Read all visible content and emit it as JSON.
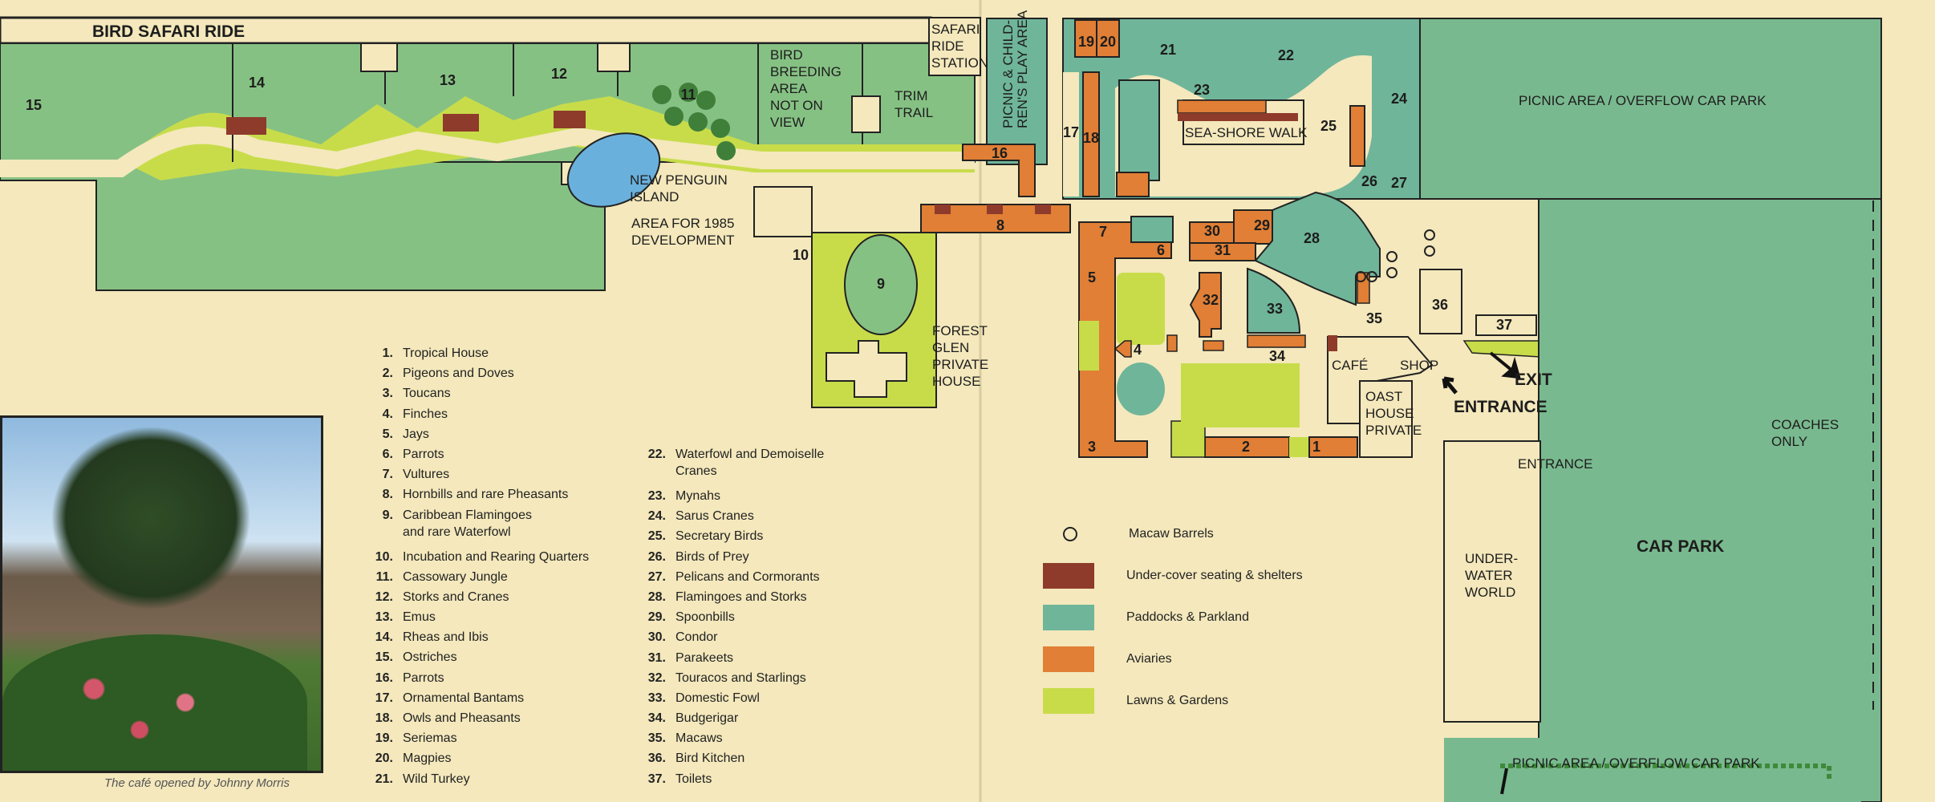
{
  "map": {
    "road_label": "BIRD SAFARI RIDE",
    "area_numbers": [
      "1",
      "2",
      "3",
      "4",
      "5",
      "6",
      "7",
      "8",
      "9",
      "10",
      "11",
      "12",
      "13",
      "14",
      "15",
      "16",
      "17",
      "18",
      "19",
      "20",
      "21",
      "22",
      "23",
      "24",
      "25",
      "26",
      "27",
      "28",
      "29",
      "30",
      "31",
      "32",
      "33",
      "34",
      "35",
      "36",
      "37"
    ],
    "labels": {
      "bird_breeding": [
        "BIRD",
        "BREEDING",
        "AREA",
        "NOT ON",
        "VIEW"
      ],
      "trim_trail": [
        "TRIM",
        "TRAIL"
      ],
      "safari_station": [
        "SAFARI",
        "RIDE",
        "STATION"
      ],
      "picnic_play": [
        "PICNIC & CHILD-",
        "REN'S PLAY AREA"
      ],
      "penguin": [
        "NEW PENGUIN",
        "ISLAND"
      ],
      "development": [
        "AREA FOR 1985",
        "DEVELOPMENT"
      ],
      "forest_glen": [
        "FOREST",
        "GLEN",
        "PRIVATE",
        "HOUSE"
      ],
      "sea_shore": "SEA-SHORE WALK",
      "picnic_overflow_top": "PICNIC AREA / OVERFLOW CAR PARK",
      "cafe": "CAFÉ",
      "shop": "SHOP",
      "exit": "EXIT",
      "entrance": "ENTRANCE",
      "oast_house": [
        "OAST",
        "HOUSE",
        "PRIVATE"
      ],
      "entrance_road": "ENTRANCE",
      "underwater": [
        "UNDER-",
        "WATER",
        "WORLD"
      ],
      "car_park": "CAR PARK",
      "coaches": [
        "COACHES",
        "ONLY"
      ],
      "picnic_overflow_bottom": "PICNIC AREA / OVERFLOW CAR PARK"
    }
  },
  "photo_caption": "The café opened by Johnny Morris",
  "index_col1": [
    {
      "n": "1.",
      "t": "Tropical House"
    },
    {
      "n": "2.",
      "t": "Pigeons and Doves"
    },
    {
      "n": "3.",
      "t": "Toucans"
    },
    {
      "n": "4.",
      "t": "Finches"
    },
    {
      "n": "5.",
      "t": "Jays"
    },
    {
      "n": "6.",
      "t": "Parrots"
    },
    {
      "n": "7.",
      "t": "Vultures"
    },
    {
      "n": "8.",
      "t": "Hornbills and rare Pheasants"
    },
    {
      "n": "9.",
      "t": "Caribbean Flamingoes",
      "t2": "and rare Waterfowl"
    },
    {
      "n": "10.",
      "t": "Incubation and Rearing Quarters"
    },
    {
      "n": "11.",
      "t": "Cassowary Jungle"
    },
    {
      "n": "12.",
      "t": "Storks and Cranes"
    },
    {
      "n": "13.",
      "t": "Emus"
    },
    {
      "n": "14.",
      "t": "Rheas and Ibis"
    },
    {
      "n": "15.",
      "t": "Ostriches"
    },
    {
      "n": "16.",
      "t": "Parrots"
    },
    {
      "n": "17.",
      "t": "Ornamental Bantams"
    },
    {
      "n": "18.",
      "t": "Owls and Pheasants"
    },
    {
      "n": "19.",
      "t": "Seriemas"
    },
    {
      "n": "20.",
      "t": "Magpies"
    },
    {
      "n": "21.",
      "t": "Wild Turkey"
    }
  ],
  "index_col2": [
    {
      "n": "22.",
      "t": "Waterfowl and Demoiselle",
      "t2": "Cranes"
    },
    {
      "n": "23.",
      "t": "Mynahs"
    },
    {
      "n": "24.",
      "t": "Sarus Cranes"
    },
    {
      "n": "25.",
      "t": "Secretary Birds"
    },
    {
      "n": "26.",
      "t": "Birds of Prey"
    },
    {
      "n": "27.",
      "t": "Pelicans and Cormorants"
    },
    {
      "n": "28.",
      "t": "Flamingoes and Storks"
    },
    {
      "n": "29.",
      "t": "Spoonbills"
    },
    {
      "n": "30.",
      "t": "Condor"
    },
    {
      "n": "31.",
      "t": "Parakeets"
    },
    {
      "n": "32.",
      "t": "Touracos and Starlings"
    },
    {
      "n": "33.",
      "t": "Domestic Fowl"
    },
    {
      "n": "34.",
      "t": "Budgerigar"
    },
    {
      "n": "35.",
      "t": "Macaws"
    },
    {
      "n": "36.",
      "t": "Bird Kitchen"
    },
    {
      "n": "37.",
      "t": "Toilets"
    }
  ],
  "key": [
    {
      "label": "Macaw Barrels",
      "color": "none"
    },
    {
      "label": "Under-cover seating & shelters",
      "color": "#8e3b2b"
    },
    {
      "label": "Paddocks & Parkland",
      "color": "#6fb59a"
    },
    {
      "label": "Aviaries",
      "color": "#e07f35"
    },
    {
      "label": "Lawns & Gardens",
      "color": "#c8dc4a"
    }
  ]
}
